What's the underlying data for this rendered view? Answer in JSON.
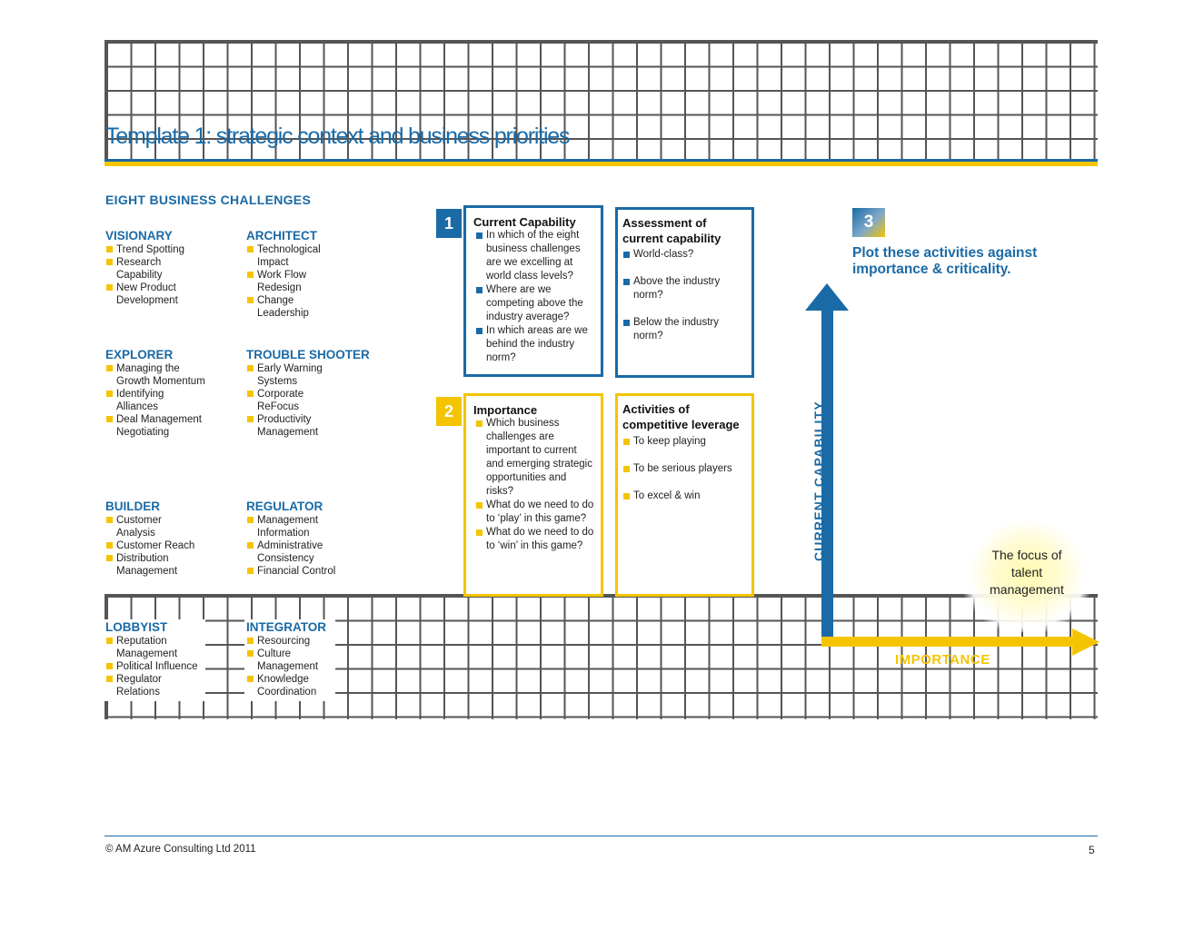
{
  "title": "Template 1: strategic context and business priorities",
  "heading": "EIGHT BUSINESS CHALLENGES",
  "categories": [
    {
      "name": "VISIONARY",
      "items": [
        "Trend Spotting",
        "Research Capability",
        "New Product Development"
      ]
    },
    {
      "name": "ARCHITECT",
      "items": [
        "Technological Impact",
        "Work Flow Redesign",
        "Change Leadership"
      ]
    },
    {
      "name": "EXPLORER",
      "items": [
        "Managing the Growth Momentum",
        "Identifying Alliances",
        "Deal Management Negotiating"
      ]
    },
    {
      "name": "TROUBLE SHOOTER",
      "items": [
        "Early Warning Systems",
        "Corporate ReFocus",
        "Productivity Management"
      ]
    },
    {
      "name": "BUILDER",
      "items": [
        "Customer Analysis",
        "Customer Reach",
        "Distribution Management"
      ]
    },
    {
      "name": "REGULATOR",
      "items": [
        "Management Information",
        "Administrative Consistency",
        "Financial Control"
      ]
    },
    {
      "name": "LOBBYIST",
      "items": [
        "Reputation Management",
        "Political Influence",
        "Regulator Relations"
      ]
    },
    {
      "name": "INTEGRATOR",
      "items": [
        "Resourcing",
        "Culture Management",
        "Knowledge Coordination"
      ]
    }
  ],
  "box1": {
    "number": "1",
    "title": "Current Capability",
    "items": [
      "In which of the eight business challenges are we excelling at world class levels?",
      "Where are we competing above the industry average?",
      "In which areas are we behind the industry norm?"
    ]
  },
  "assessment": {
    "title": "Assessment of current capability",
    "items": [
      "World-class?",
      "Above the industry norm?",
      "Below the industry norm?"
    ]
  },
  "box2": {
    "number": "2",
    "title": "Importance",
    "items": [
      "Which business challenges are important to current and emerging strategic opportunities and risks?",
      "What do we need to do to ‘play’ in this game?",
      "What do we need to do to ‘win’ in this game?"
    ]
  },
  "leverage": {
    "title": "Activities of competitive leverage",
    "items": [
      "To keep playing",
      "To be serious players",
      "To excel & win"
    ]
  },
  "step3": {
    "number": "3",
    "text": "Plot these activities against importance & criticality."
  },
  "axes": {
    "y_label": "CURRENT CAPABILITY",
    "x_label": "IMPORTANCE"
  },
  "focus": "The focus of talent management",
  "footer": "© AM Azure Consulting Ltd 2011",
  "page_number": "5",
  "colors": {
    "blue": "#1a6aa6",
    "yellow": "#f5c400"
  }
}
